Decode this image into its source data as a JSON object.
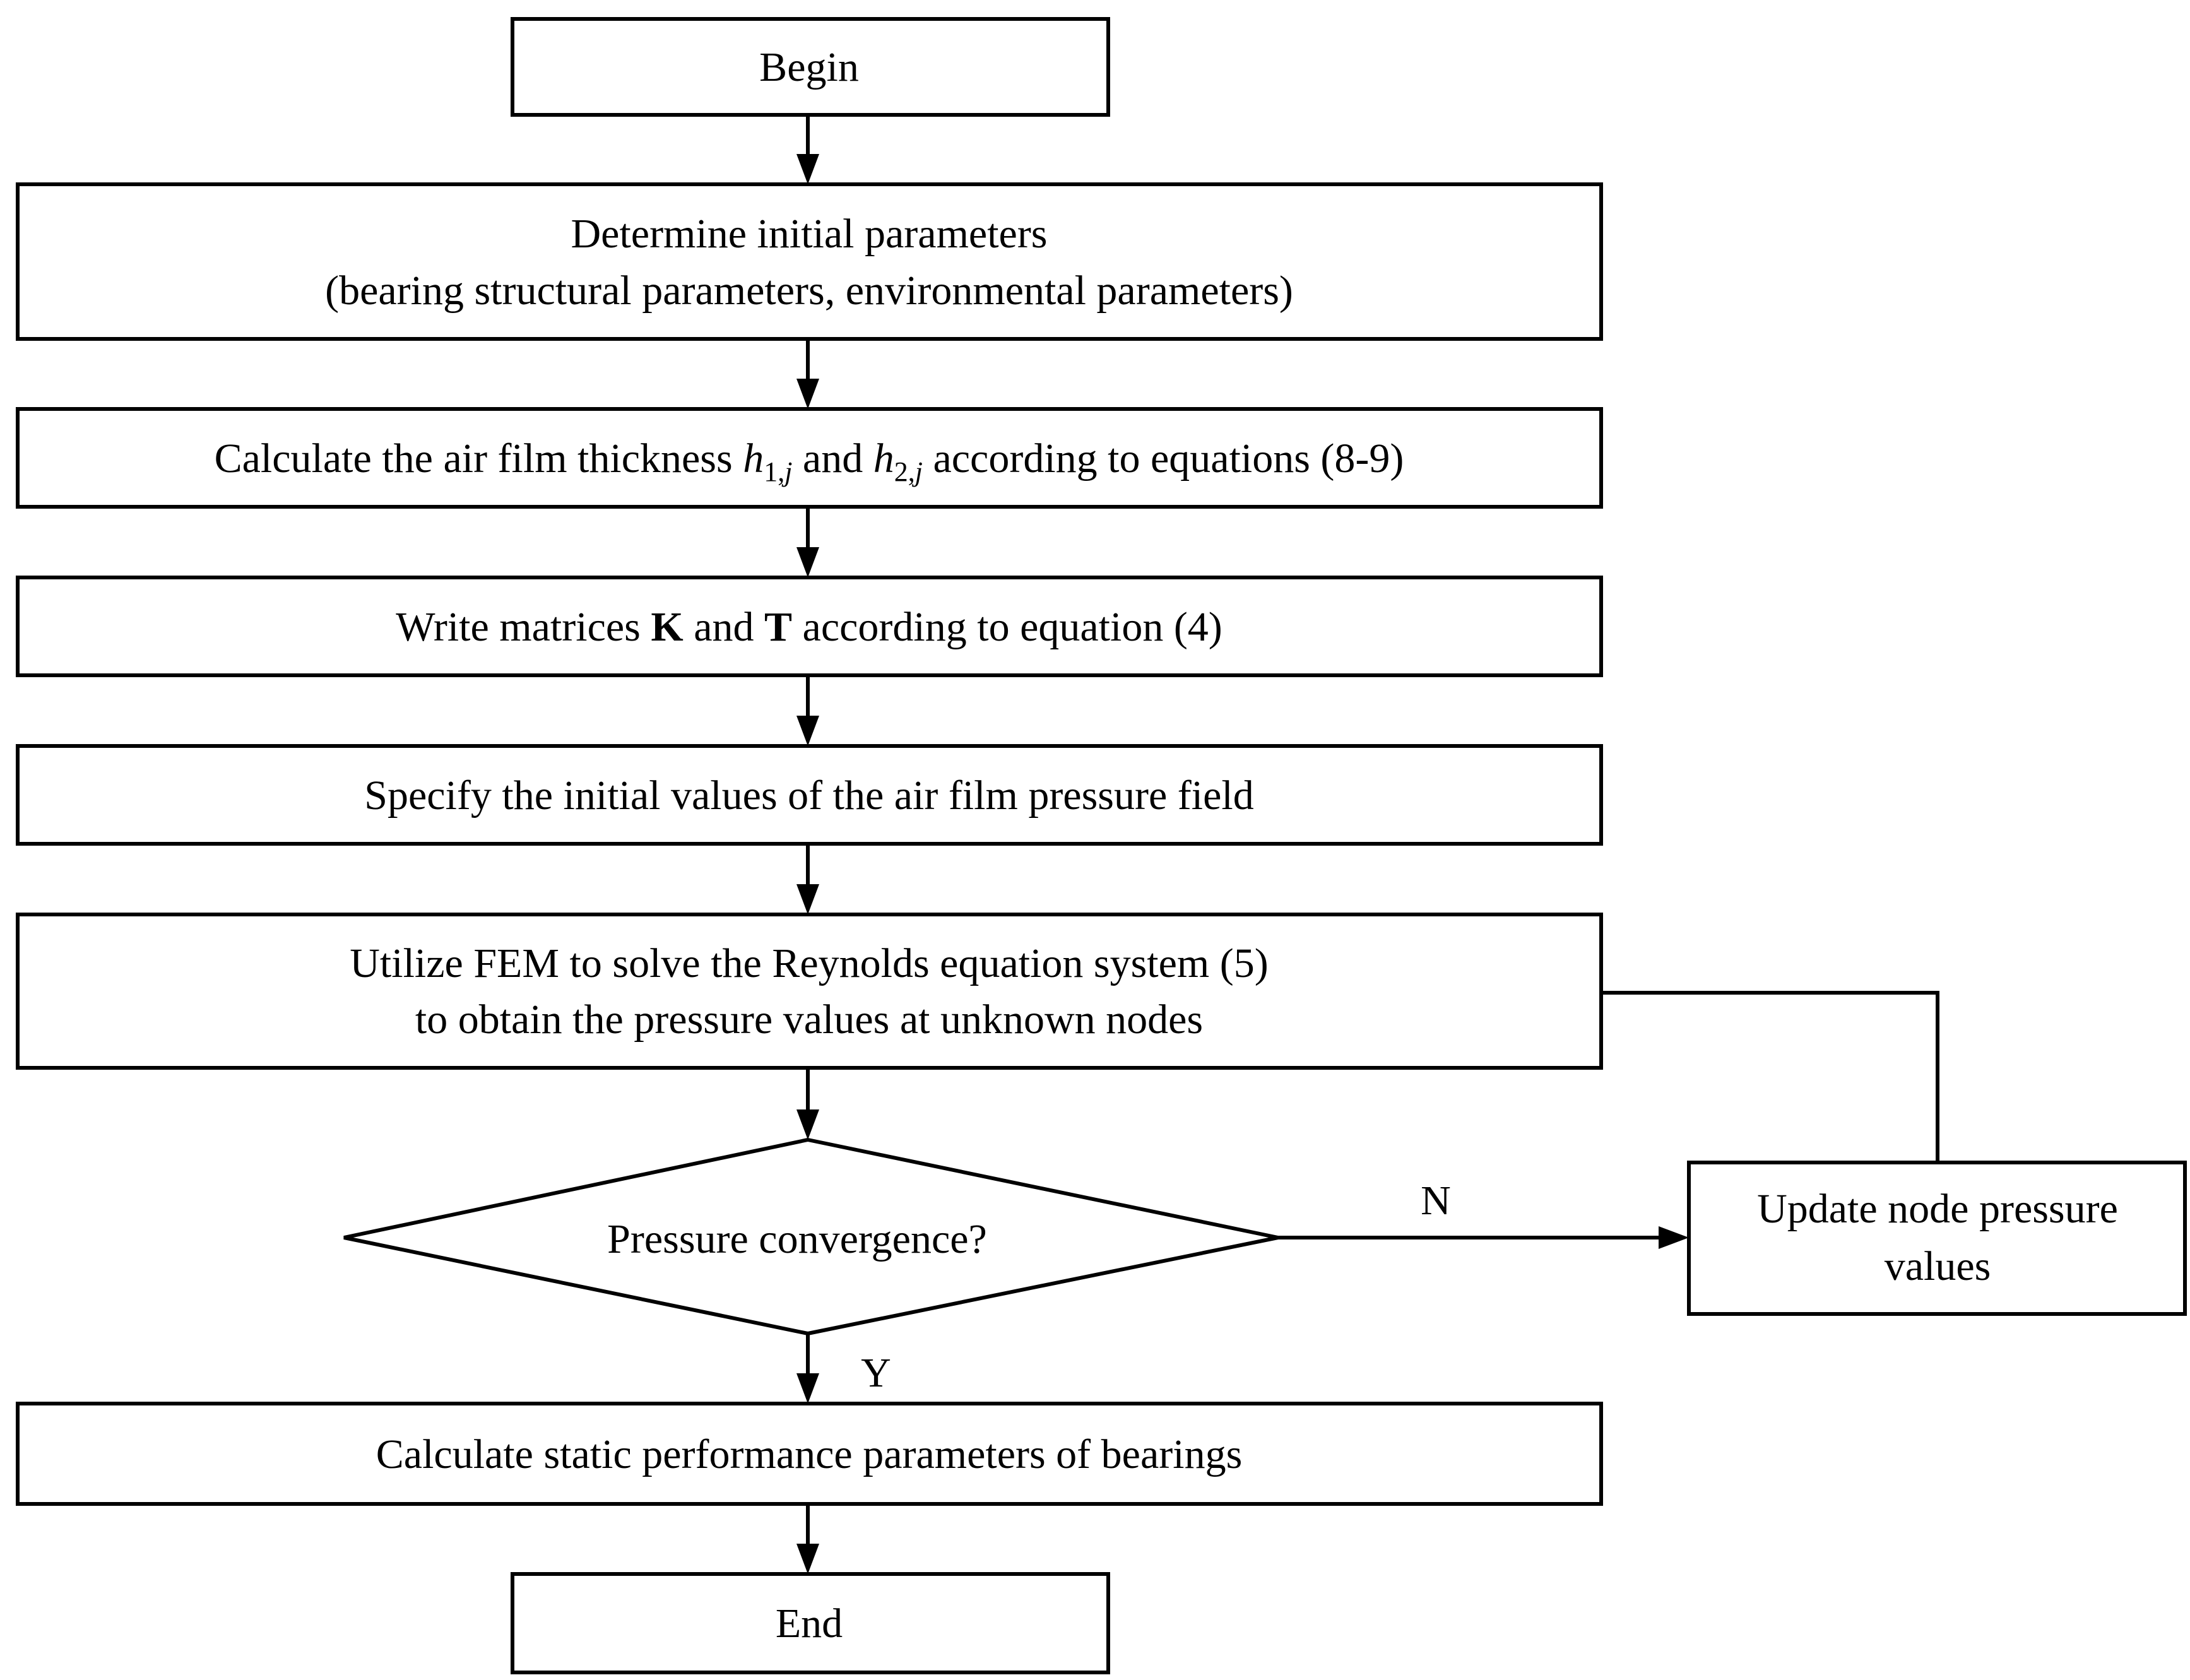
{
  "flowchart": {
    "begin": "Begin",
    "initial_params": {
      "line1": "Determine initial parameters",
      "line2": "(bearing structural parameters, environmental parameters)"
    },
    "film_thickness": {
      "prefix": "Calculate the air film thickness ",
      "h1_var": "h",
      "h1_sub": "1,",
      "h1_sub_var": "j",
      "mid": " and ",
      "h2_var": "h",
      "h2_sub": "2,",
      "h2_sub_var": "j",
      "suffix": " according to equations (8-9)"
    },
    "matrices": {
      "prefix": "Write matrices ",
      "k": "K",
      "mid": " and ",
      "t": "T",
      "suffix": " according to equation (4)"
    },
    "initial_pressure": "Specify the initial values of the air film pressure field",
    "solve": {
      "line1": "Utilize FEM to solve the Reynolds equation system (5)",
      "line2": "to obtain the pressure values at unknown nodes"
    },
    "decision": "Pressure convergence?",
    "no_label": "N",
    "yes_label": "Y",
    "update": {
      "line1": "Update node pressure",
      "line2": "values"
    },
    "static_performance": "Calculate static performance parameters of bearings",
    "end": "End"
  }
}
